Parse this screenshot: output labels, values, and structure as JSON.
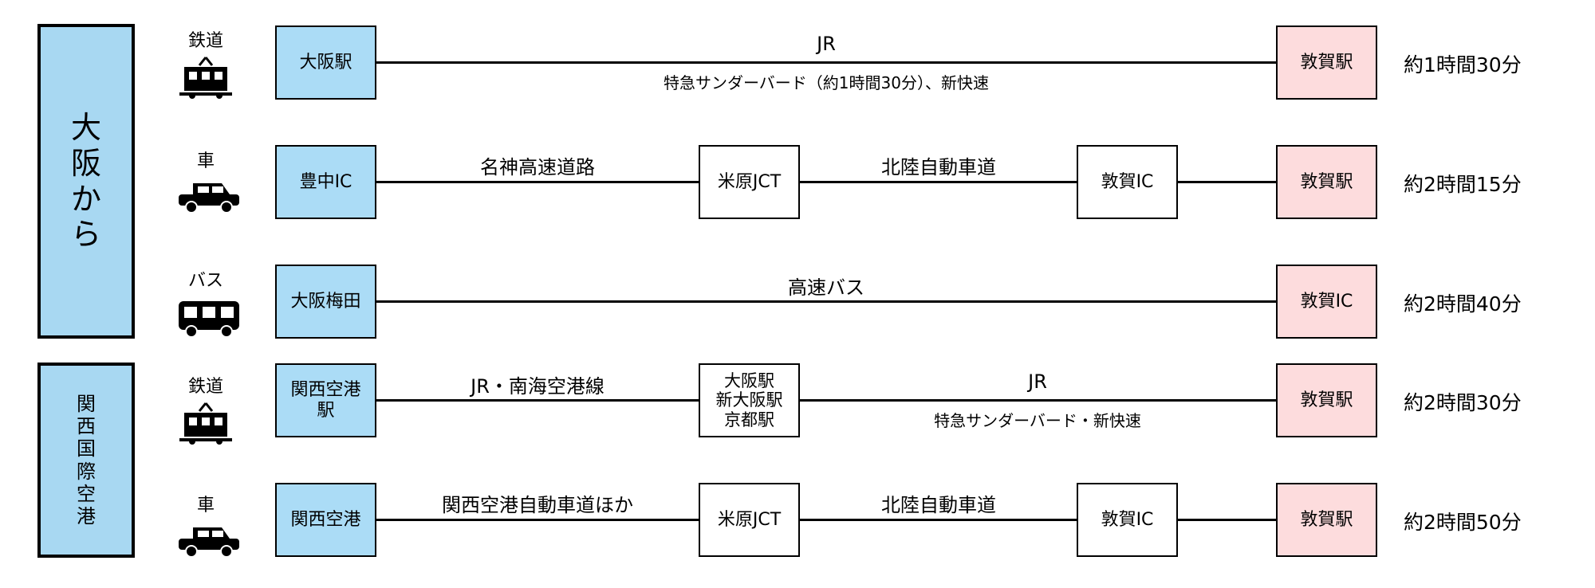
{
  "origins": {
    "osaka": [
      "大",
      "阪",
      "か",
      "ら"
    ],
    "kansai": [
      "関",
      "西",
      "国",
      "際",
      "空",
      "港"
    ]
  },
  "routes": [
    {
      "mode": "鉄道",
      "icon": "train-icon",
      "start": "大阪駅",
      "main_label": "JR",
      "sub_label": "特急サンダーバード（約1時間30分）、新快速",
      "end": "敦賀駅",
      "duration": "約1時間30分"
    },
    {
      "mode": "車",
      "icon": "car-icon",
      "start": "豊中IC",
      "seg1_label": "名神高速道路",
      "mid1": "米原JCT",
      "seg2_label": "北陸自動車道",
      "mid2": "敦賀IC",
      "end": "敦賀駅",
      "duration": "約2時間15分"
    },
    {
      "mode": "バス",
      "icon": "bus-icon",
      "start": "大阪梅田",
      "main_label": "高速バス",
      "end": "敦賀IC",
      "duration": "約2時間40分"
    },
    {
      "mode": "鉄道",
      "icon": "train-icon",
      "start": "関西空港\n駅",
      "seg1_label": "JR・南海空港線",
      "mid1": "大阪駅\n新大阪駅\n京都駅",
      "seg2_label": "JR",
      "seg2_sub": "特急サンダーバード・新快速",
      "end": "敦賀駅",
      "duration": "約2時間30分"
    },
    {
      "mode": "車",
      "icon": "car-icon",
      "start": "関西空港",
      "seg1_label": "関西空港自動車道ほか",
      "mid1": "米原JCT",
      "seg2_label": "北陸自動車道",
      "mid2": "敦賀IC",
      "end": "敦賀駅",
      "duration": "約2時間50分"
    }
  ]
}
